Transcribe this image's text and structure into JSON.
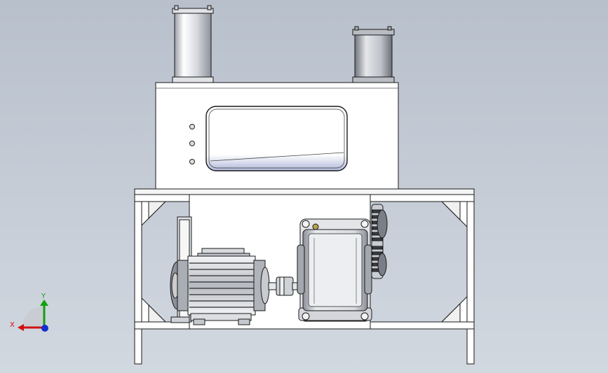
{
  "triad": {
    "x_label": "X",
    "y_label": "Y",
    "x_color": "#d01010",
    "y_color": "#10a010",
    "z_color": "#1030d0"
  },
  "model": {
    "components": [
      "left-cylinder",
      "right-cylinder",
      "upper-housing",
      "window-opening",
      "frame-table",
      "electric-motor",
      "shaft-coupling",
      "gearbox",
      "chain-sprocket",
      "left-pulley"
    ],
    "colors": {
      "outline": "#1a1a1a",
      "face": "#ffffff",
      "shade": "#cfd2d8",
      "dark": "#6a6d74",
      "bolt": "#b3a34a"
    }
  }
}
